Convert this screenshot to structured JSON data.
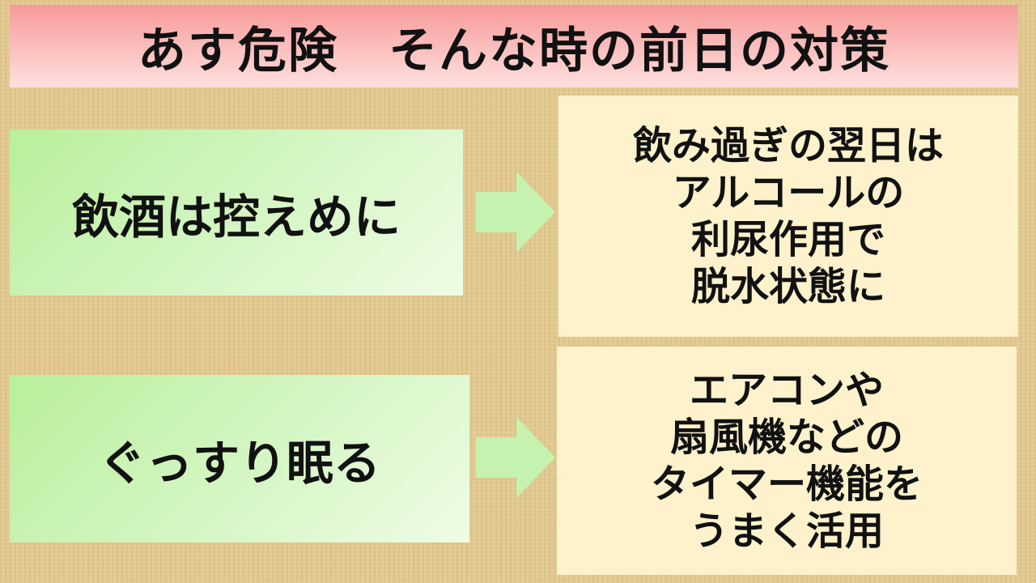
{
  "title": "あす危険　そんな時の前日の対策",
  "rows": [
    {
      "action": "飲酒は控えめに",
      "reason": [
        "飲み過ぎの翌日は",
        "アルコールの",
        "利尿作用で",
        "脱水状態に"
      ]
    },
    {
      "action": "ぐっすり眠る",
      "reason": [
        "エアコンや",
        "扇風機などの",
        "タイマー機能を",
        "うまく活用"
      ]
    }
  ]
}
